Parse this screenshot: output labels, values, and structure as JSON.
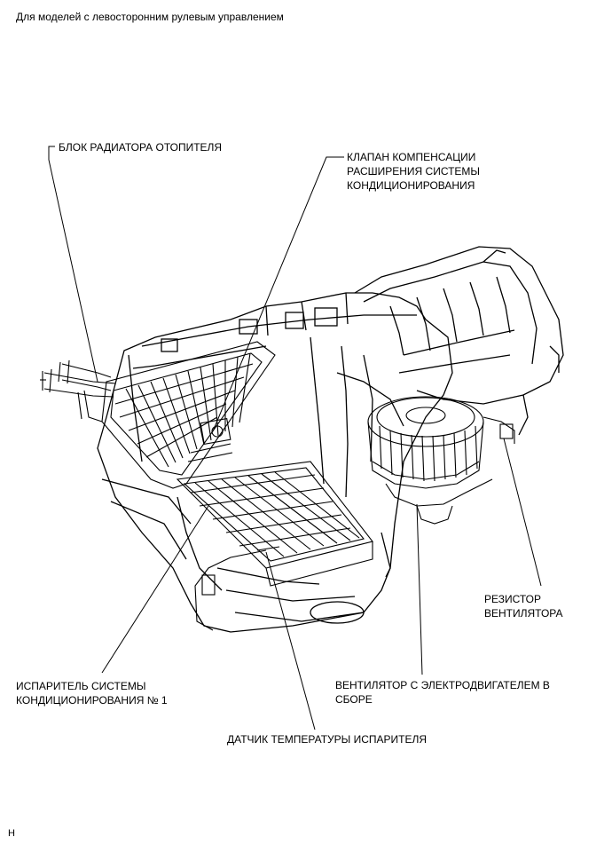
{
  "header": "Для моделей с левосторонним рулевым управлением",
  "labels": {
    "heater_core": "БЛОК РАДИАТОРА ОТОПИТЕЛЯ",
    "expansion_valve": [
      "КЛАПАН КОМПЕНСАЦИИ",
      "РАСШИРЕНИЯ СИСТЕМЫ",
      "КОНДИЦИОНИРОВАНИЯ"
    ],
    "blower_resistor": [
      "РЕЗИСТОР",
      "ВЕНТИЛЯТОРА"
    ],
    "blower_motor": [
      "ВЕНТИЛЯТОР С ЭЛЕКТРОДВИГАТЕЛЕМ В",
      "СБОРЕ"
    ],
    "evaporator": [
      "ИСПАРИТЕЛЬ СИСТЕМЫ",
      "КОНДИЦИОНИРОВАНИЯ № 1"
    ],
    "evaporator_temp_sensor": "ДАТЧИК ТЕМПЕРАТУРЫ ИСПАРИТЕЛЯ"
  },
  "footer_code": "H"
}
